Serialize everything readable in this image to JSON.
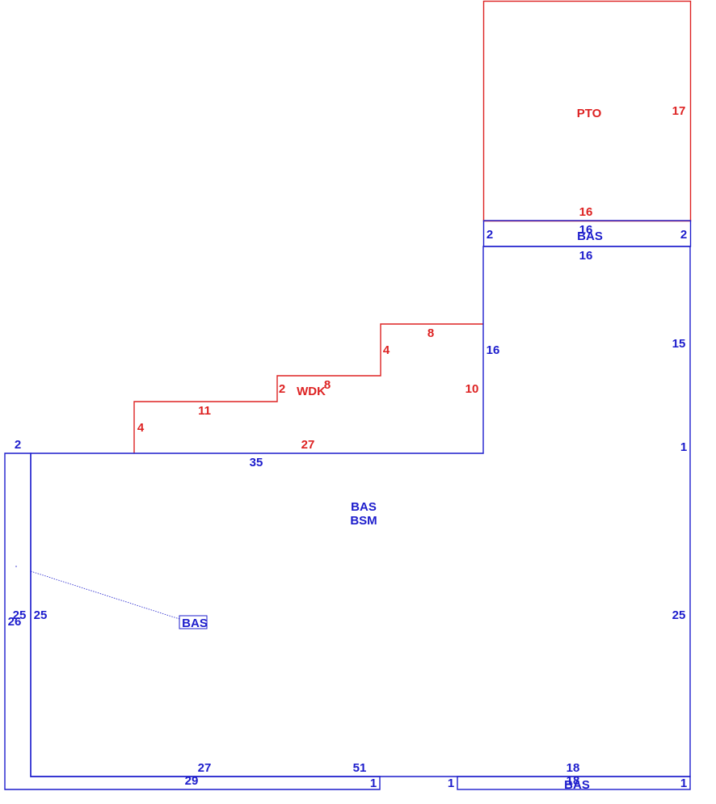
{
  "colors": {
    "main_structure": "#1c1ccc",
    "additions": "#dd2222",
    "background": "#ffffff"
  },
  "areas": {
    "pto": "PTO",
    "wdk": "WDK",
    "bas_main": "BAS",
    "bsm_main": "BSM",
    "bas_connector": "BAS",
    "bas_small_top": "BAS",
    "bas_bottom_right": "BAS"
  },
  "dimensions": {
    "red": {
      "pto_top_side": "17",
      "pto_bottom": "16",
      "wdk_top": "8",
      "wdk_step_4_upper": "4",
      "wdk_step_2": "2",
      "wdk_8_middle": "8",
      "wdk_right_10": "10",
      "wdk_left_11": "11",
      "wdk_left_4": "4",
      "wdk_bottom_27": "27"
    },
    "blue": {
      "strip_top_16": "16",
      "strip_left_2": "2",
      "strip_right_2": "2",
      "strip_bottom_16": "16",
      "right_15": "15",
      "right_1": "1",
      "right_25": "25",
      "inner_left_16": "16",
      "top_35": "35",
      "left_top_2": "2",
      "left_25_outer": "25",
      "left_26": "26",
      "left_25_inner": "25",
      "bottom_27": "27",
      "bottom_51": "51",
      "bottom_18_top": "18",
      "bottom_18_overlap": "18",
      "bottom_29": "29",
      "bottom_1_a": "1",
      "bottom_1_b": "1",
      "bottom_1_c": "1"
    }
  }
}
